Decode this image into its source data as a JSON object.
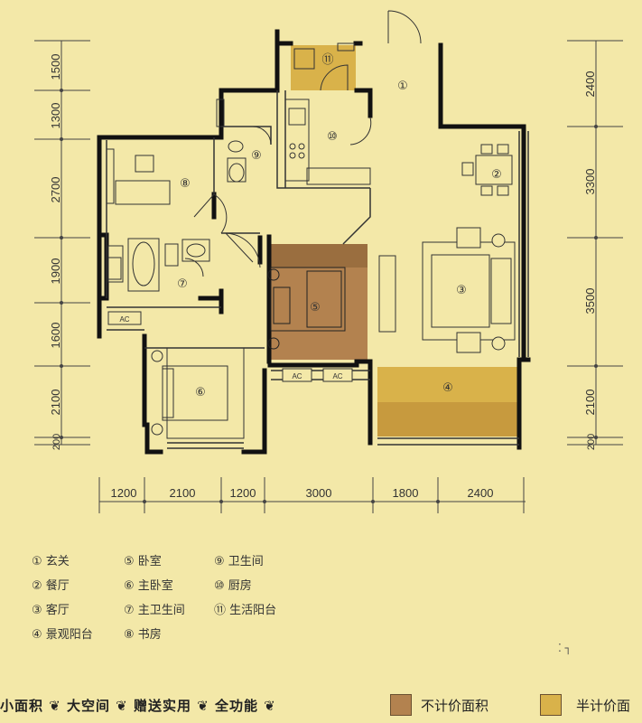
{
  "dims": {
    "left": [
      "1500",
      "1300",
      "2700",
      "1900",
      "1600",
      "2100",
      "200"
    ],
    "right": [
      "2400",
      "3300",
      "3500",
      "2100",
      "200"
    ],
    "bottom": [
      "1200",
      "2100",
      "1200",
      "3000",
      "1800",
      "2400"
    ]
  },
  "rooms": {
    "r1": "①",
    "r2": "②",
    "r3": "③",
    "r4": "④",
    "r5": "⑤",
    "r6": "⑥",
    "r7": "⑦",
    "r8": "⑧",
    "r9": "⑨",
    "r10": "⑩",
    "r11": "⑪"
  },
  "legend": [
    "① 玄关",
    "⑤ 卧室",
    "⑨ 卫生间",
    "② 餐厅",
    "⑥ 主卧室",
    "⑩ 厨房",
    "③ 客厅",
    "⑦ 主卫生间",
    "⑪ 生活阳台",
    "④ 景观阳台",
    "⑧ 书房",
    ""
  ],
  "footer": {
    "slogan": "小面积 ❦ 大空间 ❦ 赠送实用 ❦ 全功能 ❦",
    "no_price_area": "不计价面积",
    "half_price_area": "半计价面",
    "no_price_color": "#b3824f",
    "half_price_color": "#d9b24a"
  },
  "labels": {
    "ac": "AC"
  },
  "colors": {
    "background": "#f3e8a8",
    "wall": "#111111"
  }
}
